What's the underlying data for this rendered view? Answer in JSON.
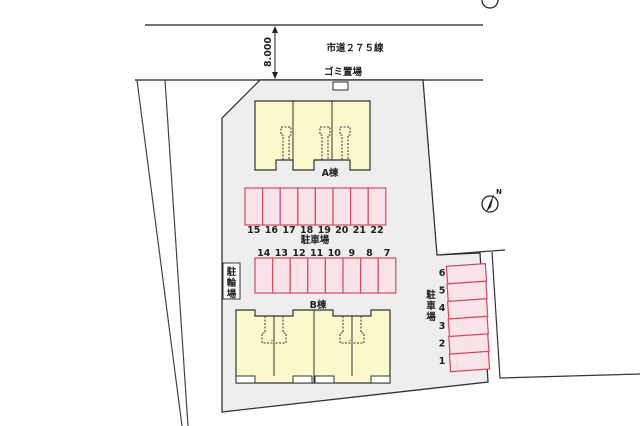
{
  "road": {
    "label": "市道２７５線",
    "width_dimension": "8.000"
  },
  "garbage": {
    "label": "ゴミ置場"
  },
  "building_a": {
    "label": "A棟"
  },
  "building_b": {
    "label": "B棟"
  },
  "parking": {
    "label_main": "駐車場",
    "label_side": [
      "駐",
      "車",
      "場"
    ],
    "row_top": [
      "15",
      "16",
      "17",
      "18",
      "19",
      "20",
      "21",
      "22"
    ],
    "row_mid": [
      "14",
      "13",
      "12",
      "11",
      "10",
      "9",
      "8",
      "7"
    ],
    "row_side": [
      "6",
      "5",
      "4",
      "3",
      "2",
      "1"
    ]
  },
  "bicycle": {
    "label": [
      "駐",
      "輪",
      "場"
    ]
  },
  "compass": {
    "label": "N"
  },
  "colors": {
    "site": "#eeeeee",
    "building": "#fbf8cc",
    "stall_fill": "#fbe3ea",
    "stall_stroke": "#d9485f"
  }
}
